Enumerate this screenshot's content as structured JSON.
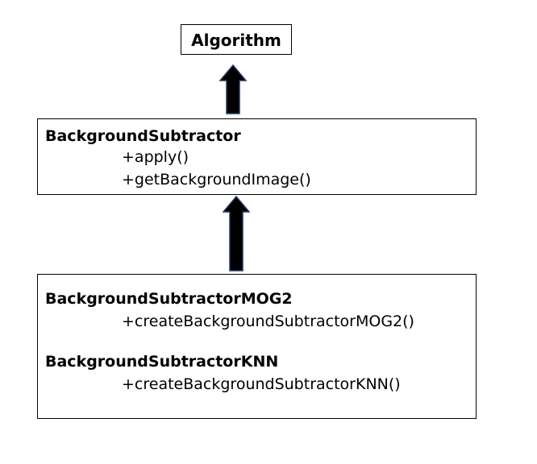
{
  "diagram": {
    "algorithm": {
      "title": "Algorithm"
    },
    "background_subtractor": {
      "title": "BackgroundSubtractor",
      "methods": [
        "+apply()",
        "+getBackgroundImage()"
      ]
    },
    "mog2": {
      "title": "BackgroundSubtractorMOG2",
      "method": "+createBackgroundSubtractorMOG2()"
    },
    "knn": {
      "title": "BackgroundSubtractorKNN",
      "method": "+createBackgroundSubtractorKNN()"
    },
    "colors": {
      "arrow_fill": "#000000",
      "arrow_outline": "#1f3a5f",
      "box_border": "#000000"
    }
  }
}
